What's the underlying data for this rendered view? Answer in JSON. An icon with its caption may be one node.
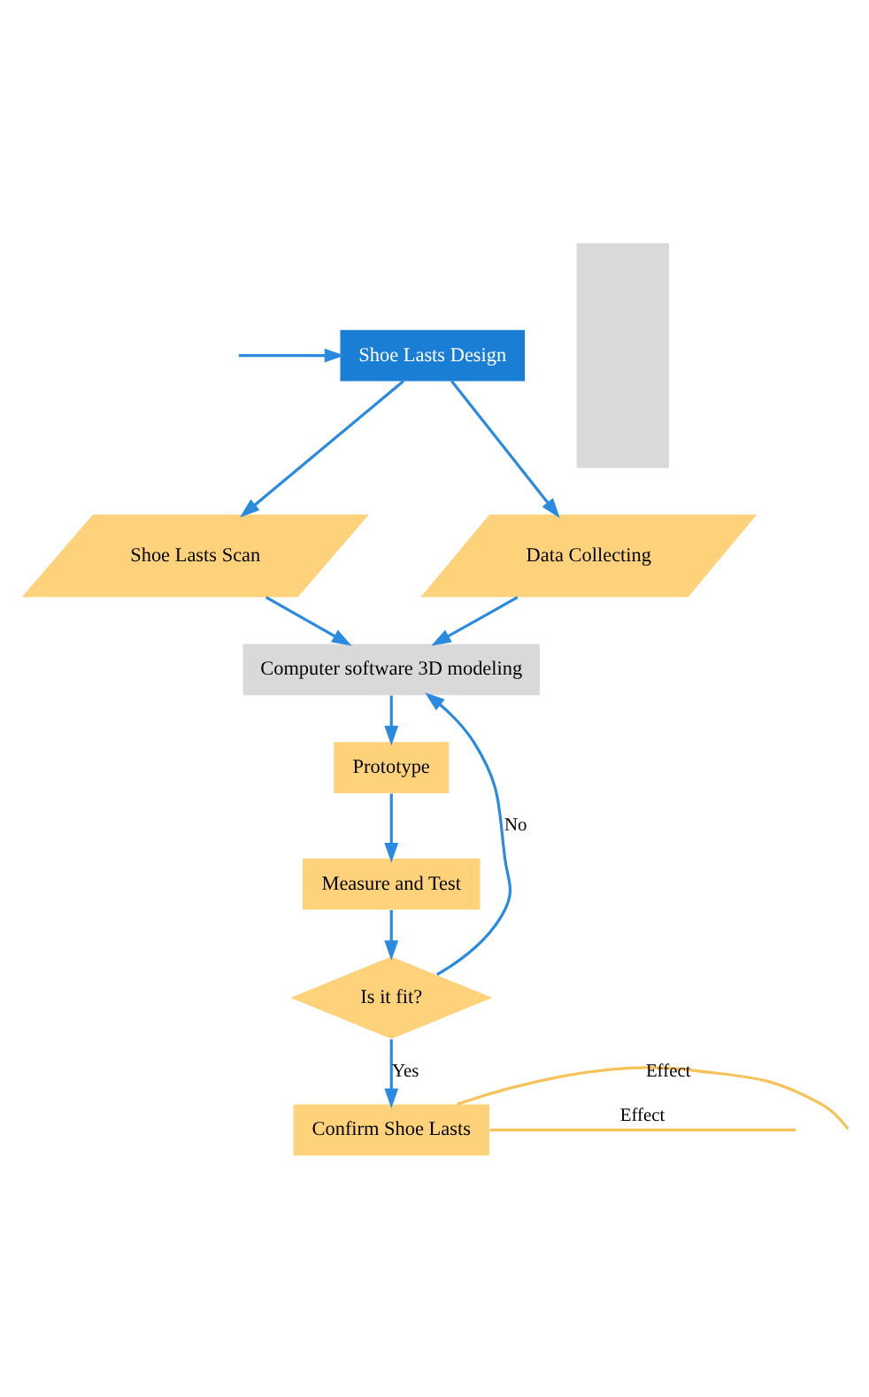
{
  "diagram": {
    "nodes": [
      {
        "text": [
          "Shoe Lasts Design"
        ]
      },
      {
        "text": [
          "Shoe Lasts Scan"
        ]
      },
      {
        "text": [
          "Data Collecting"
        ]
      },
      {
        "text": [
          "Computer software 3D modeling"
        ]
      },
      {
        "text": [
          "Prototype"
        ]
      },
      {
        "text": [
          "Measure and Test"
        ]
      },
      {
        "text": [
          "Is it fit?"
        ]
      },
      {
        "text": [
          "Confirm Shoe Lasts"
        ]
      },
      {
        "text": [],
        "shape": "box"
      }
    ],
    "edges": [
      {
        "from": null,
        "to": 0,
        "arrow": "to"
      },
      {
        "from": 0,
        "to": 1,
        "arrow": "to"
      },
      {
        "from": 0,
        "to": 2,
        "arrow": "to"
      },
      {
        "from": 1,
        "to": 3,
        "arrow": "to"
      },
      {
        "from": 2,
        "to": 3,
        "arrow": "to"
      },
      {
        "from": 3,
        "to": 4,
        "arrow": "to"
      },
      {
        "from": 4,
        "to": 5,
        "arrow": "to"
      },
      {
        "from": 5,
        "to": 6,
        "arrow": "to"
      },
      {
        "from": 6,
        "to": 3,
        "arrow": "to",
        "label": "No"
      },
      {
        "from": 6,
        "to": 7,
        "arrow": "to",
        "label": "Yes"
      },
      {
        "from": 7,
        "to": null,
        "arrow": "none",
        "label": "Effect",
        "color": "#f5c35a"
      },
      {
        "from": 7,
        "to": null,
        "arrow": "none",
        "label": "Effect",
        "color": "#f5c35a"
      }
    ]
  }
}
